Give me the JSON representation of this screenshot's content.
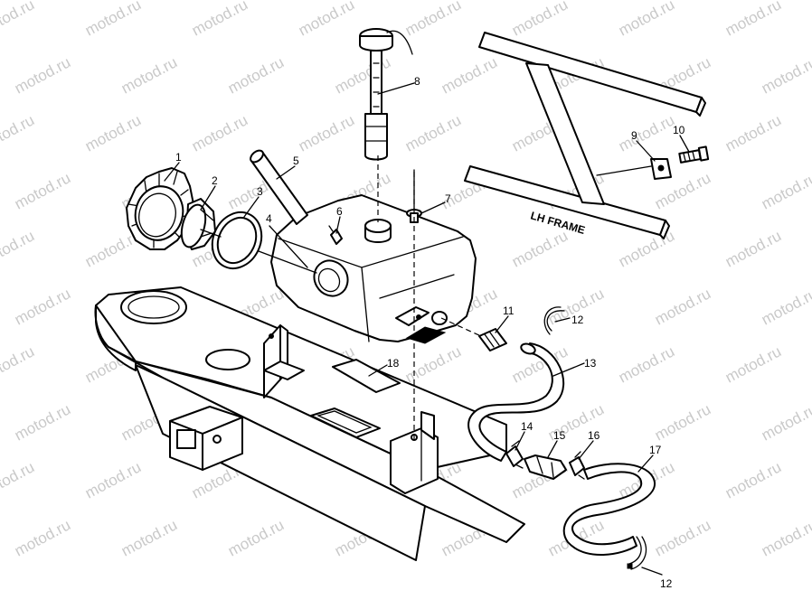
{
  "watermark": "motod.ru",
  "frame_label": "LH FRAME",
  "callouts": [
    {
      "id": "1",
      "label": "1"
    },
    {
      "id": "2",
      "label": "2"
    },
    {
      "id": "3",
      "label": "3"
    },
    {
      "id": "4",
      "label": "4"
    },
    {
      "id": "5",
      "label": "5"
    },
    {
      "id": "6",
      "label": "6"
    },
    {
      "id": "7",
      "label": "7"
    },
    {
      "id": "8",
      "label": "8"
    },
    {
      "id": "9",
      "label": "9"
    },
    {
      "id": "10",
      "label": "10"
    },
    {
      "id": "11",
      "label": "11"
    },
    {
      "id": "12a",
      "label": "12"
    },
    {
      "id": "12b",
      "label": "12"
    },
    {
      "id": "13",
      "label": "13"
    },
    {
      "id": "14",
      "label": "14"
    },
    {
      "id": "15",
      "label": "15"
    },
    {
      "id": "16",
      "label": "16"
    },
    {
      "id": "17",
      "label": "17"
    },
    {
      "id": "18",
      "label": "18"
    }
  ]
}
